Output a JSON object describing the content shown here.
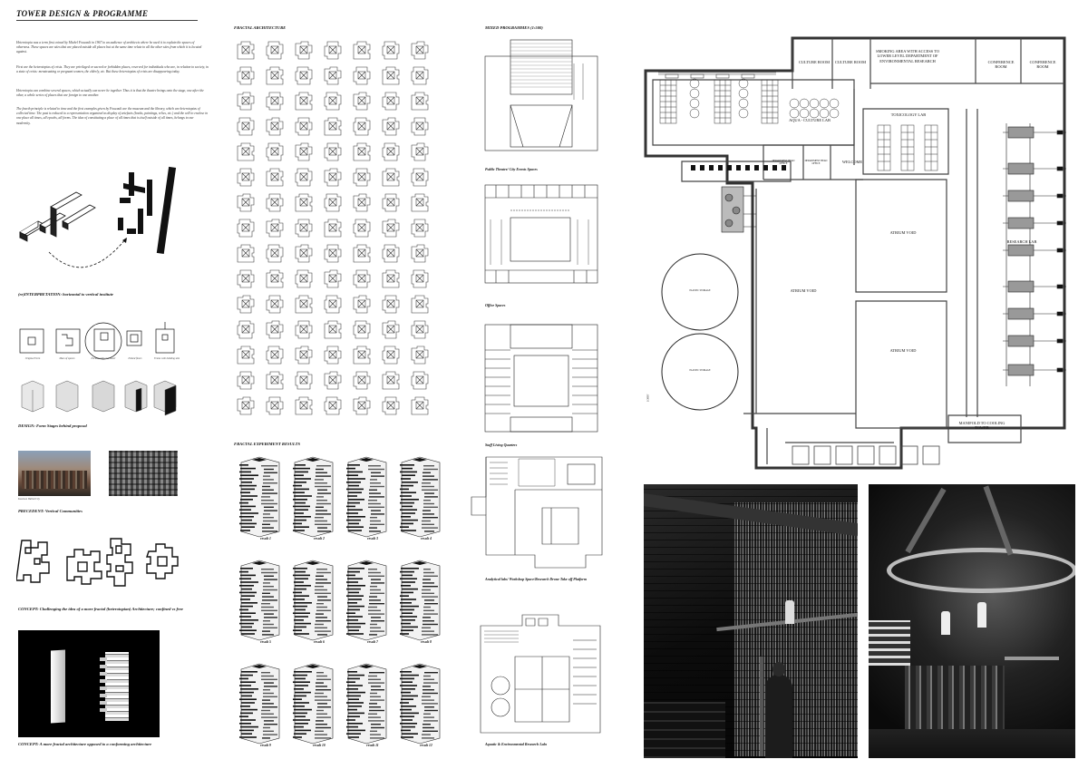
{
  "sheet": {
    "title": "TOWER DESIGN & PROGRAMME"
  },
  "intro": {
    "p1": "Heterotopia was a term first coined by Michel Foucault in 1967 to an audience of architects where he used it to explain the spaces of otherness. These spaces are sites that are placed outside all places but at the same time relate to all the other sites from which it is located against.",
    "p2": "First are the heterotopias of crisis. They are privileged or sacred or forbidden places, reserved for individuals who are, in relation to society, in a state of crisis: menstruating or pregnant women, the elderly, etc. But these heterotopias of crisis are disappearing today.",
    "p3": "Heterotopia can combine several spaces, which actually can never be together. Thus it is that the theatre brings onto the stage, one after the other, a whole series of places that are foreign to one another.",
    "p4": "The fourth principle is related to time and the first examples given by Foucault are the museum and the library, which are heterotopias of collected time. The past is reduced to a representation organized as display of artefacts (books, paintings, relics, etc.) and the will to enclose in one place all times, all epochs, all forms. The idea of constituting a place of all times that is itself outside of all times, belongs to our modernity."
  },
  "left_col": {
    "caption_reinterpretation": "(re)INTERPRETATION: horizontal to vertical institute",
    "form_stage_labels": [
      "Original Form",
      "Mass of spaces",
      "Enclose with core tower",
      "Embed floors",
      "Frame with building skin"
    ],
    "caption_design": "DESIGN: Form Stages behind proposal",
    "precedent_label": "Kowloon Walled City",
    "caption_precedent": "PRECEDENT: Vertical Communities",
    "caption_concept1": "CONCEPT: Challenging the idea of a more fractal (heterotopian) Architecture; confined vs free",
    "caption_concept2": "CONCEPT: A more fractal architecture opposed to a conforming architecture"
  },
  "middle_col": {
    "heading_fractal": "FRACTAL ARCHITECTURE",
    "heading_results": "FRACTAL EXPERIMENT RESULTS",
    "results": [
      "result 1",
      "result 2",
      "result 3",
      "result 4",
      "result 5",
      "result 6",
      "result 7",
      "result 8",
      "result 9",
      "result 10",
      "result 11",
      "result 12"
    ]
  },
  "programmes": {
    "heading": "MIXED PROGRAMMES (1:500)",
    "plans": [
      "Public Theatre/ City Events Spaces",
      "Office Spaces",
      "Staff Living Quarters",
      "Analytical labs/ Workshop Space/Research Drone Take off Platform",
      "Aquatic & Environmental Research Labs"
    ]
  },
  "floorplan": {
    "rooms": {
      "culture1": "CULTURE ROOM",
      "culture2": "CULTURE ROOM",
      "smoking": "SMOKING AREA WITH ACCESS TO LOWER LEVEL DEPARTMENT OF ENVIRONMENTAL RESEARCH",
      "conf1": "CONFERENCE ROOM",
      "conf2": "CONFERENCE ROOM",
      "aqua": "AQUA - CULTURE LAB",
      "toxicology": "TOXICOLOGY LAB",
      "welcome": "WELCOME",
      "dept1": "DEPARTMENT HEAD OFFICE",
      "dept2": "DEPARTMENT HEAD OFFICE",
      "atrium_main": "ATRIUM VOID",
      "atrium_a": "ATRIUM VOID",
      "atrium_b": "ATRIUM VOID",
      "research": "RESEARCH LAB",
      "manifold": "MANIFOLD TO COOLING TOWER",
      "tank1": "PLASTIC STORAGE",
      "tank2": "PLASTIC STORAGE",
      "corridor": "LOBBY"
    }
  },
  "colors": {
    "ink": "#111111",
    "wall": "#3a3a3a",
    "photo_dark": "#0b0b0b",
    "paper": "#ffffff"
  }
}
